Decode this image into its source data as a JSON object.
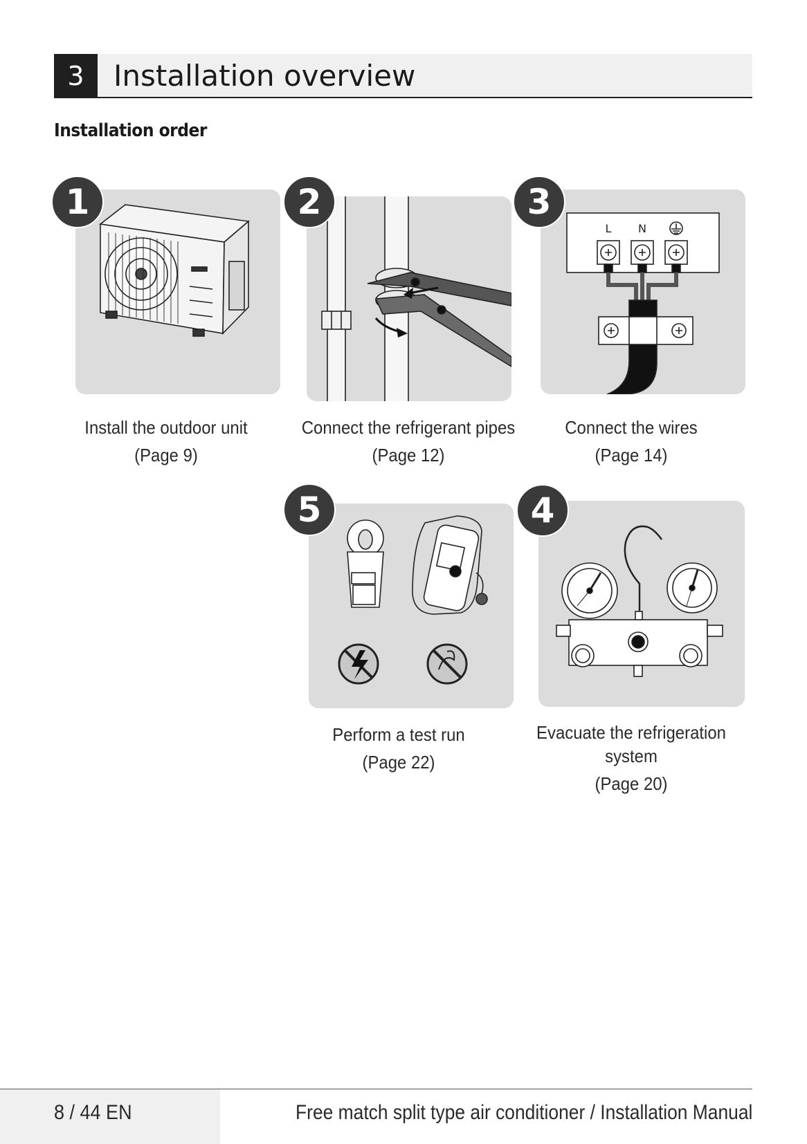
{
  "section": {
    "number": "3",
    "title": "Installation overview"
  },
  "subheading": "Installation order",
  "steps": [
    {
      "badge": "1",
      "caption": "Install the outdoor unit",
      "page": "(Page 9)",
      "icon": "outdoor-unit-icon"
    },
    {
      "badge": "2",
      "caption": "Connect the refrigerant pipes",
      "page": "(Page 12)",
      "icon": "wrench-pipe-icon"
    },
    {
      "badge": "3",
      "caption": "Connect the wires",
      "page": "(Page 14)",
      "icon": "terminal-block-icon",
      "terminals": [
        "L",
        "N"
      ]
    },
    {
      "badge": "5",
      "caption": "Perform a test run",
      "page": "(Page 22)",
      "icon": "test-meters-icon"
    },
    {
      "badge": "4",
      "caption_line1": "Evacuate the refrigeration",
      "caption_line2": "system",
      "page": "(Page 20)",
      "icon": "manifold-gauge-icon"
    }
  ],
  "footer": {
    "page": "8 / 44 EN",
    "title": "Free match split type air conditioner / Installation Manual"
  }
}
